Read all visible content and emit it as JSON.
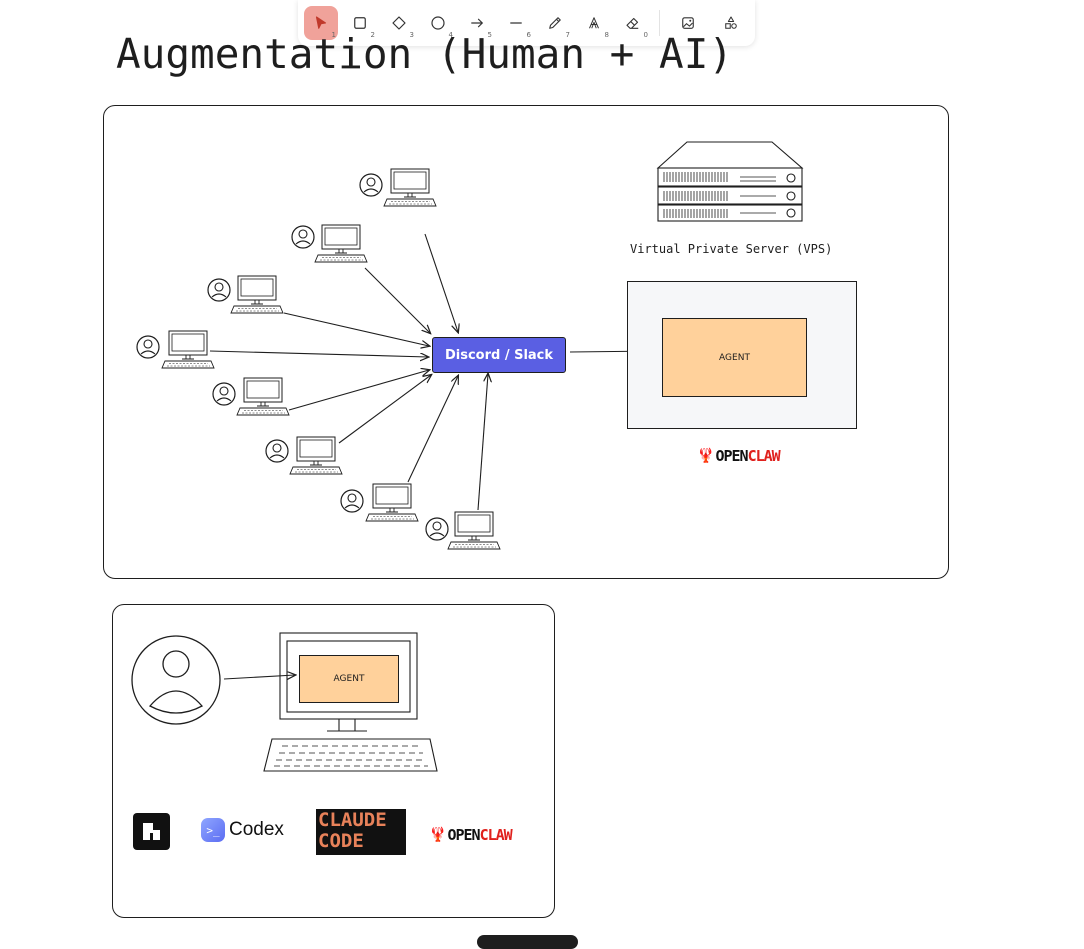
{
  "toolbar": {
    "tools": [
      {
        "name": "select-tool",
        "key": "1",
        "icon": "pointer-icon",
        "active": true
      },
      {
        "name": "rectangle-tool",
        "key": "2",
        "icon": "square-icon"
      },
      {
        "name": "diamond-tool",
        "key": "3",
        "icon": "diamond-icon"
      },
      {
        "name": "ellipse-tool",
        "key": "4",
        "icon": "circle-icon"
      },
      {
        "name": "arrow-tool",
        "key": "5",
        "icon": "arrow-right-icon"
      },
      {
        "name": "line-tool",
        "key": "6",
        "icon": "line-icon"
      },
      {
        "name": "draw-tool",
        "key": "7",
        "icon": "pencil-icon"
      },
      {
        "name": "text-tool",
        "key": "8",
        "icon": "text-icon"
      },
      {
        "name": "eraser-tool",
        "key": "0",
        "icon": "eraser-icon"
      },
      {
        "name": "image-tool",
        "key": "",
        "icon": "image-icon"
      },
      {
        "name": "shapes-library-tool",
        "key": "",
        "icon": "shapes-icon"
      }
    ],
    "accent": "#f0a29a"
  },
  "canvas": {
    "title": "Augmentation (Human + AI)",
    "top_frame": {
      "hub_label": "Discord / Slack",
      "hub_color": "#5a5fe3",
      "vps_label": "Virtual Private Server (VPS)",
      "agent_label": "AGENT",
      "agent_color": "#ffd19b",
      "openclaw_a": "OPEN",
      "openclaw_b": "CLAW"
    },
    "bottom_frame": {
      "agent_label": "AGENT",
      "codex_label": "Codex",
      "claude_label": "CLAUDE CODE",
      "openclaw_a": "OPEN",
      "openclaw_b": "CLAW"
    }
  }
}
